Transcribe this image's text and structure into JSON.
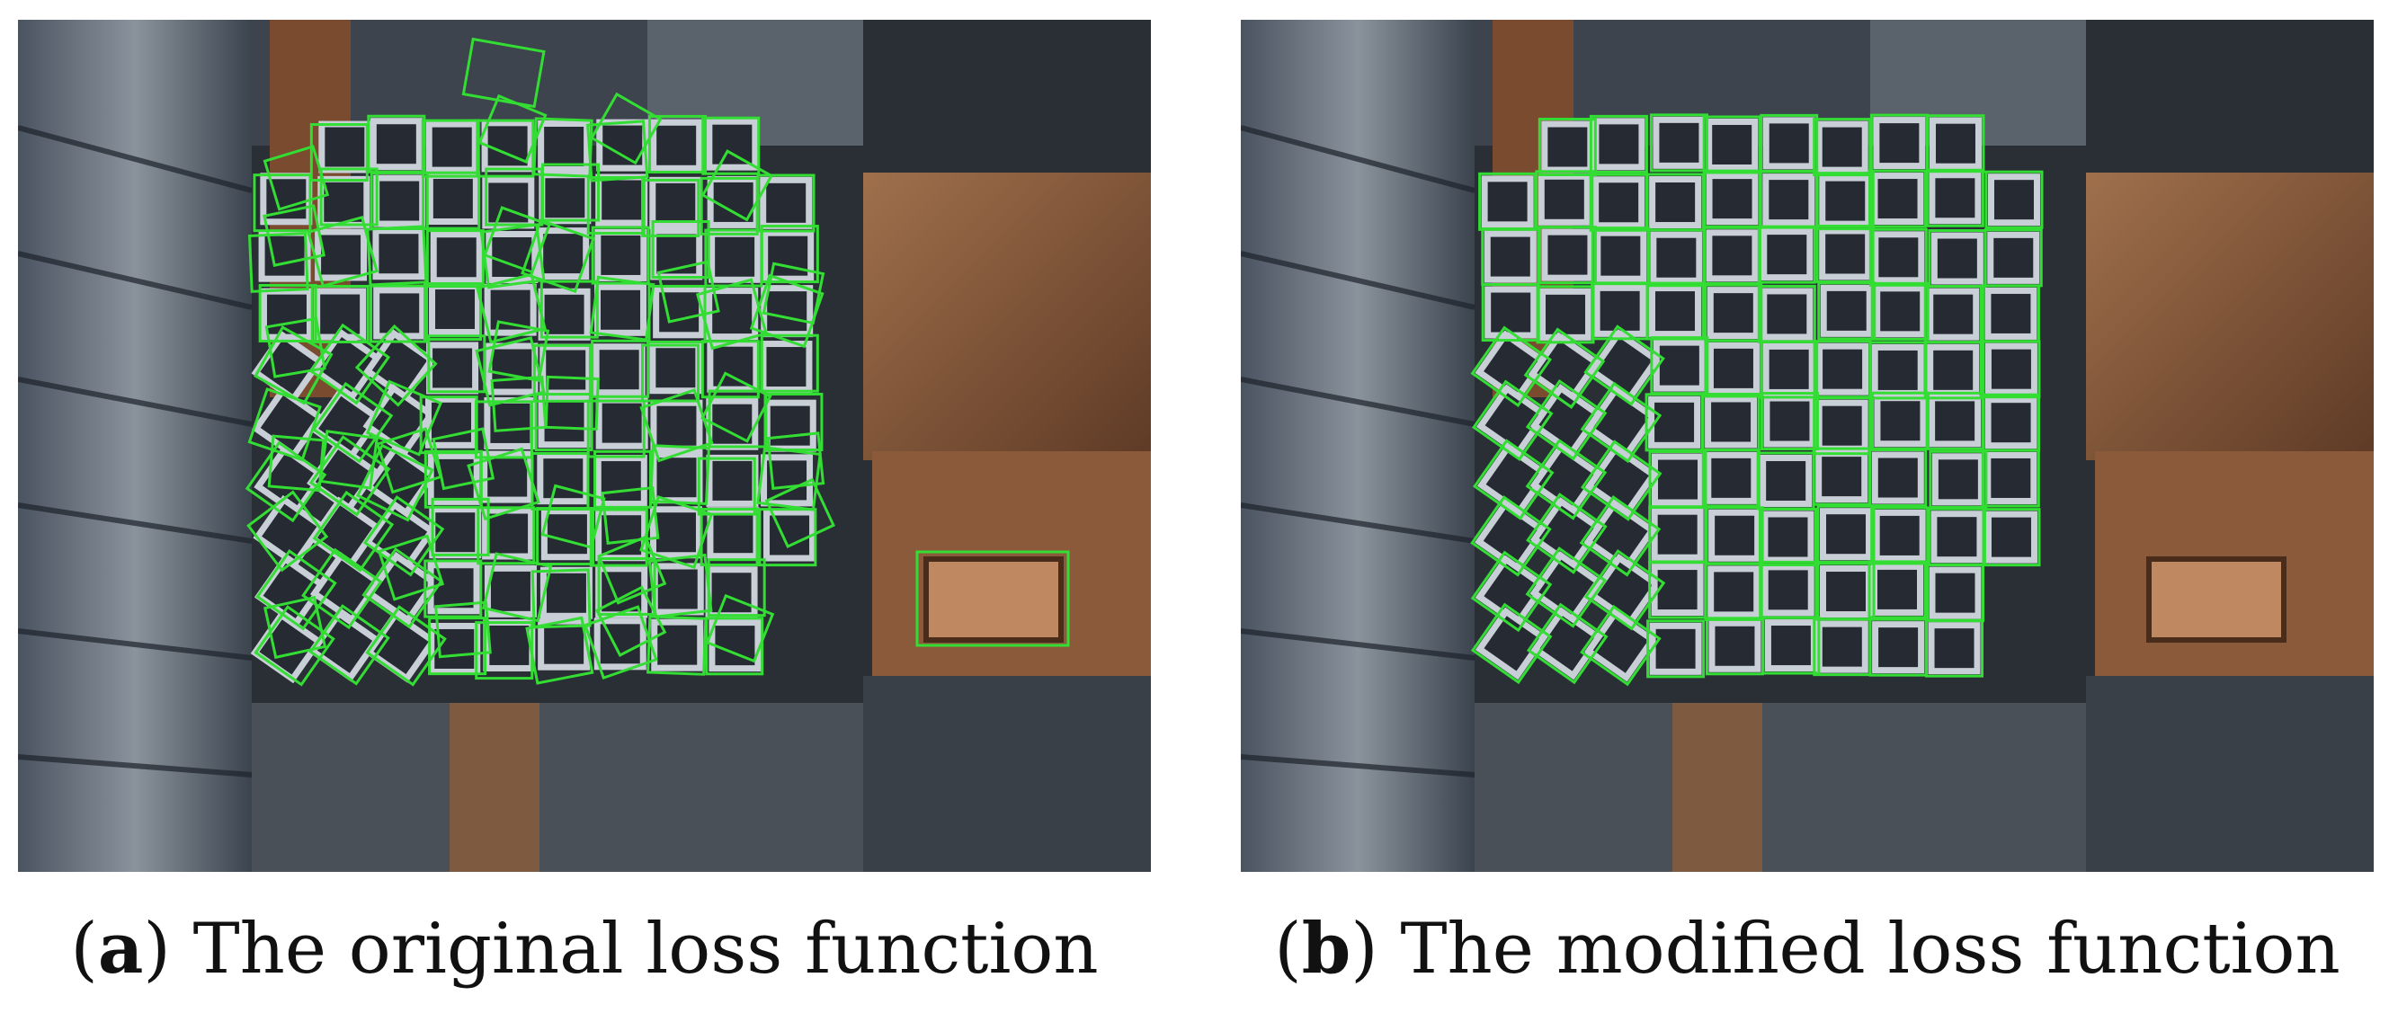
{
  "panels": [
    {
      "id": "a",
      "letter": "a",
      "caption": "The original loss function",
      "colors": {
        "box": "#33dd33",
        "beam": "#7a4b2e",
        "pipe_dark": "#262b33"
      }
    },
    {
      "id": "b",
      "letter": "b",
      "caption": "The modified loss function",
      "colors": {
        "box": "#33dd33",
        "beam": "#7a4b2e",
        "pipe_dark": "#262b33"
      }
    }
  ]
}
